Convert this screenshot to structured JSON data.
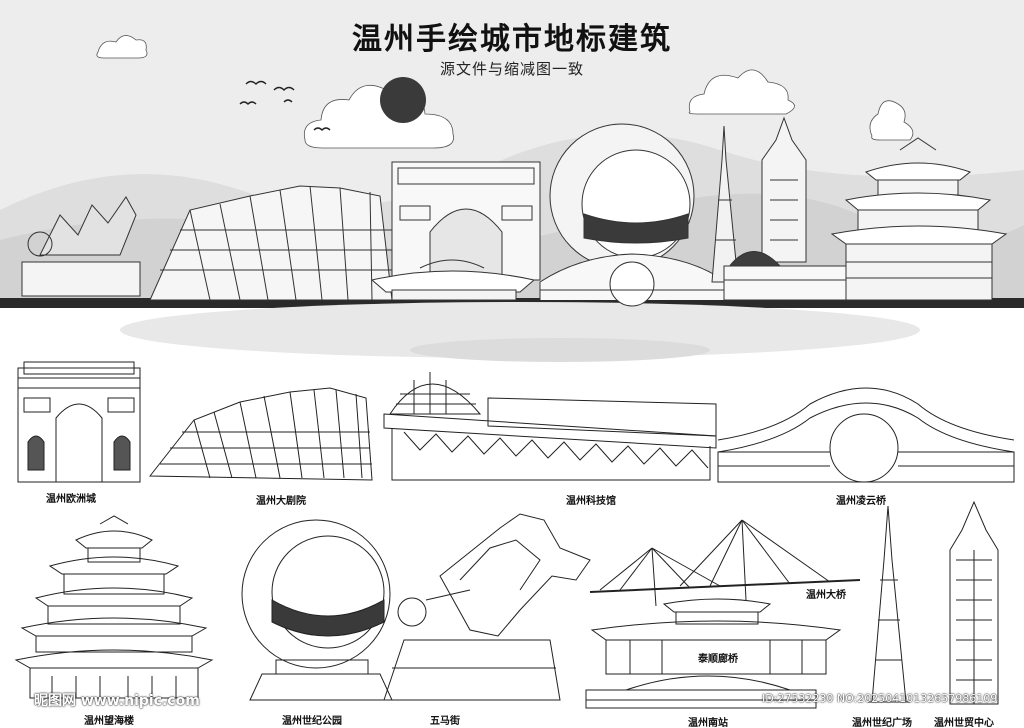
{
  "poster": {
    "title": "温州手绘城市地标建筑",
    "subtitle": "源文件与缩减图一致"
  },
  "landmarks": [
    {
      "label": "温州欧洲城"
    },
    {
      "label": "温州大剧院"
    },
    {
      "label": "温州科技馆"
    },
    {
      "label": "温州凌云桥"
    },
    {
      "label": "温州望海楼"
    },
    {
      "label": "温州世纪公园"
    },
    {
      "label": "五马街"
    },
    {
      "label": "温州大桥"
    },
    {
      "label": "泰顺廊桥"
    },
    {
      "label": "温州南站"
    },
    {
      "label": "温州世纪广场"
    },
    {
      "label": "温州世贸中心"
    }
  ],
  "watermark": {
    "left": "昵图网 www.nipic.com",
    "right": "ID:27532230 NO:20250410132657986109"
  },
  "colors": {
    "sky_gray": "#ececec",
    "mountain_gray": "#d9d9d9",
    "line": "#222222",
    "ground_band": "#2a2a2a"
  }
}
